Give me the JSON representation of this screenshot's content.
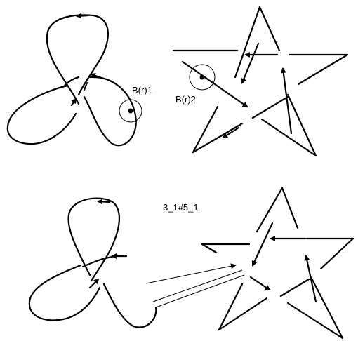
{
  "labels": {
    "ball_1": "B(r)1",
    "ball_2": "B(r)2",
    "connected_sum": "3_1#5_1"
  }
}
